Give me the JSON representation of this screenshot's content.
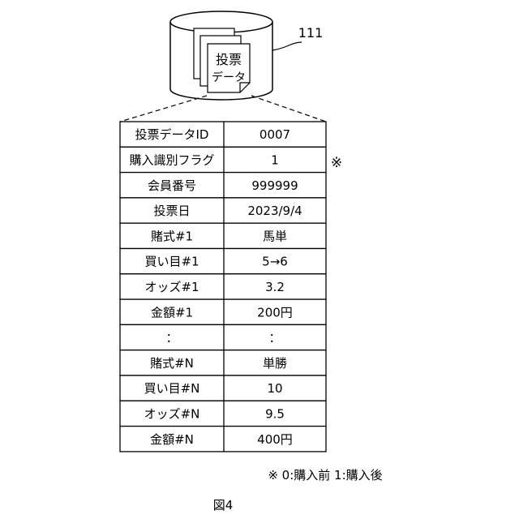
{
  "figure_label": "図4",
  "database": {
    "ref_numeral": "111",
    "document_label_line1": "投票",
    "document_label_line2": "データ"
  },
  "rows": [
    {
      "field": "投票データID",
      "value": "0007"
    },
    {
      "field": "購入識別フラグ",
      "value": "1"
    },
    {
      "field": "会員番号",
      "value": "999999"
    },
    {
      "field": "投票日",
      "value": "2023/9/4"
    },
    {
      "field": "賭式#1",
      "value": "馬単"
    },
    {
      "field": "買い目#1",
      "value": "5→6"
    },
    {
      "field": "オッズ#1",
      "value": "3.2"
    },
    {
      "field": "金額#1",
      "value": "200円"
    },
    {
      "field": "：",
      "value": "："
    },
    {
      "field": "賭式#N",
      "value": "単勝"
    },
    {
      "field": "買い目#N",
      "value": "10"
    },
    {
      "field": "オッズ#N",
      "value": "9.5"
    },
    {
      "field": "金額#N",
      "value": "400円"
    }
  ],
  "note_mark": "※",
  "footnote": "※ 0:購入前 1:購入後"
}
